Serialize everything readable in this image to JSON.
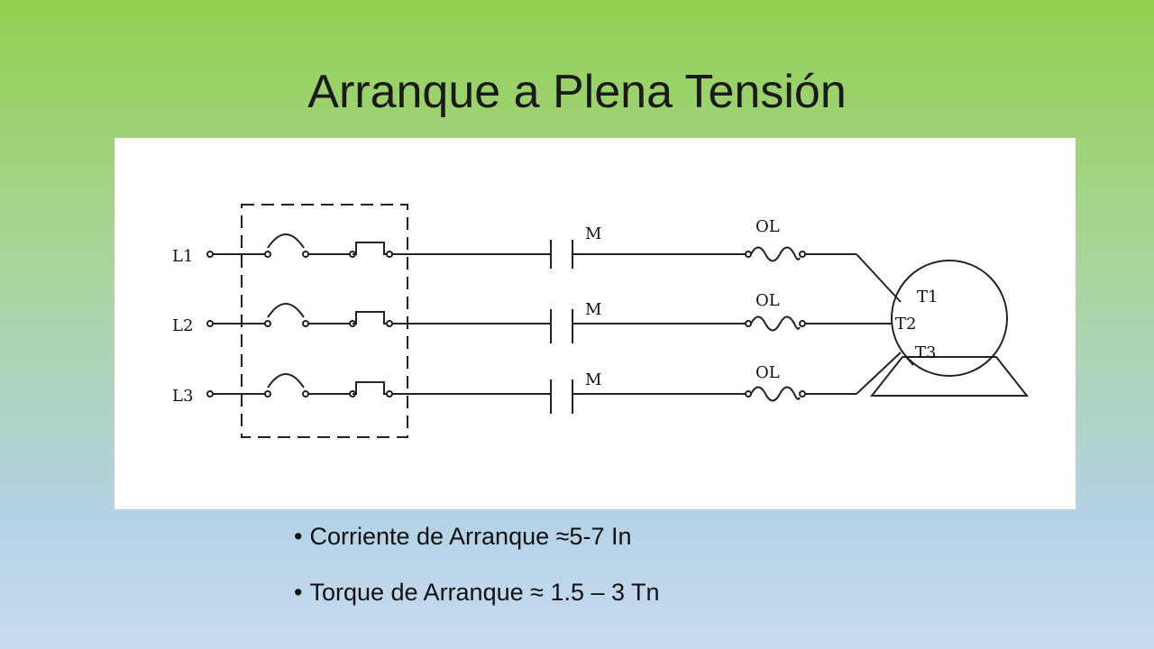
{
  "title": "Arranque a Plena Tensión",
  "diagram": {
    "lines": [
      "L1",
      "L2",
      "L3"
    ],
    "contactor_label": "M",
    "overload_label": "OL",
    "motor_terminals": [
      "T1",
      "T2",
      "T3"
    ]
  },
  "bullets": [
    "Corriente de Arranque  ≈5-7 In",
    "Torque de Arranque ≈ 1.5 – 3 Tn"
  ]
}
